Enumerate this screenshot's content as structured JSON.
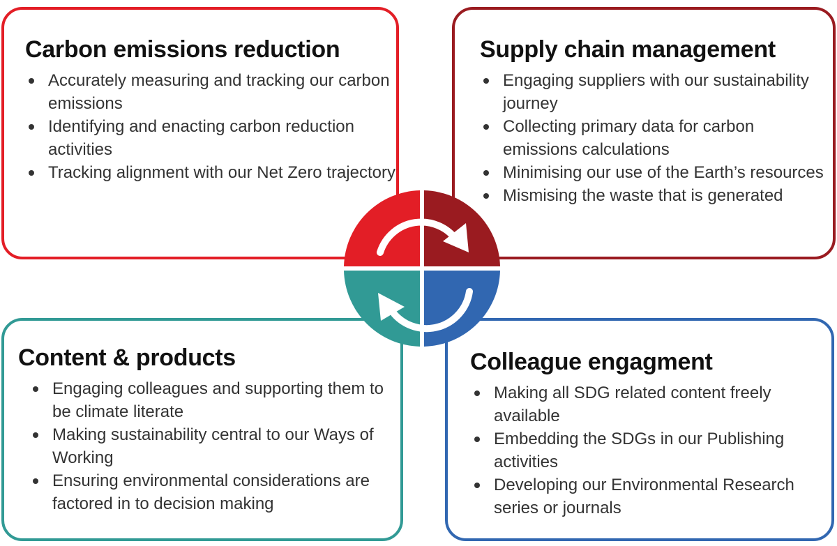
{
  "quadrants": [
    {
      "title": "Carbon emissions reduction",
      "color": "#e31e26",
      "items": [
        "Accurately measuring and tracking our carbon emissions",
        "Identifying and enacting carbon reduction activities",
        "Tracking alignment with our Net Zero trajectory"
      ]
    },
    {
      "title": "Supply chain management",
      "color": "#9a1b20",
      "items": [
        "Engaging suppliers with our sustainability journey",
        "Collecting primary data for carbon emissions calculations",
        "Minimising our use of the Earth’s resources",
        "Mismising the waste that is generated"
      ]
    },
    {
      "title": "Content & products",
      "color": "#319a95",
      "items": [
        "Engaging colleagues and supporting them to be climate literate",
        "Making sustainability central to our Ways of Working",
        "Ensuring environmental considerations are factored in to decision making"
      ]
    },
    {
      "title": "Colleague engagment",
      "color": "#3167b1",
      "items": [
        "Making all SDG related content freely available",
        "Embedding the SDGs in our Publishing activities",
        "Developing our Environmental Research series or journals"
      ]
    }
  ]
}
